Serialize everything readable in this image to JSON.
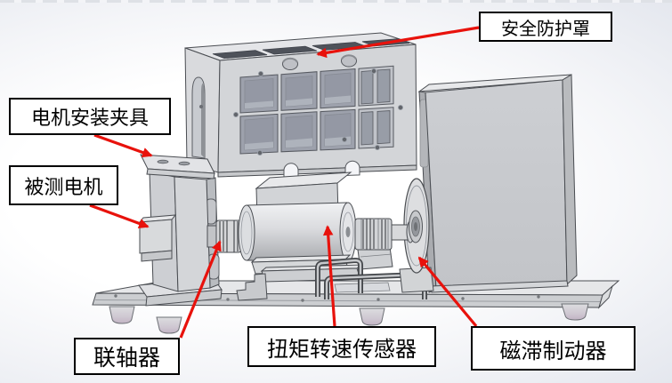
{
  "figure": {
    "labels": {
      "safety_cover": "安全防护罩",
      "motor_mount_fixture": "电机安装夹具",
      "motor_under_test": "被测电机",
      "coupling": "联轴器",
      "torque_speed_sensor": "扭矩转速传感器",
      "hysteresis_brake": "磁滞制动器"
    },
    "colors": {
      "arrow": "#e8120c",
      "label_border": "#000000",
      "label_background": "#ffffff"
    }
  }
}
